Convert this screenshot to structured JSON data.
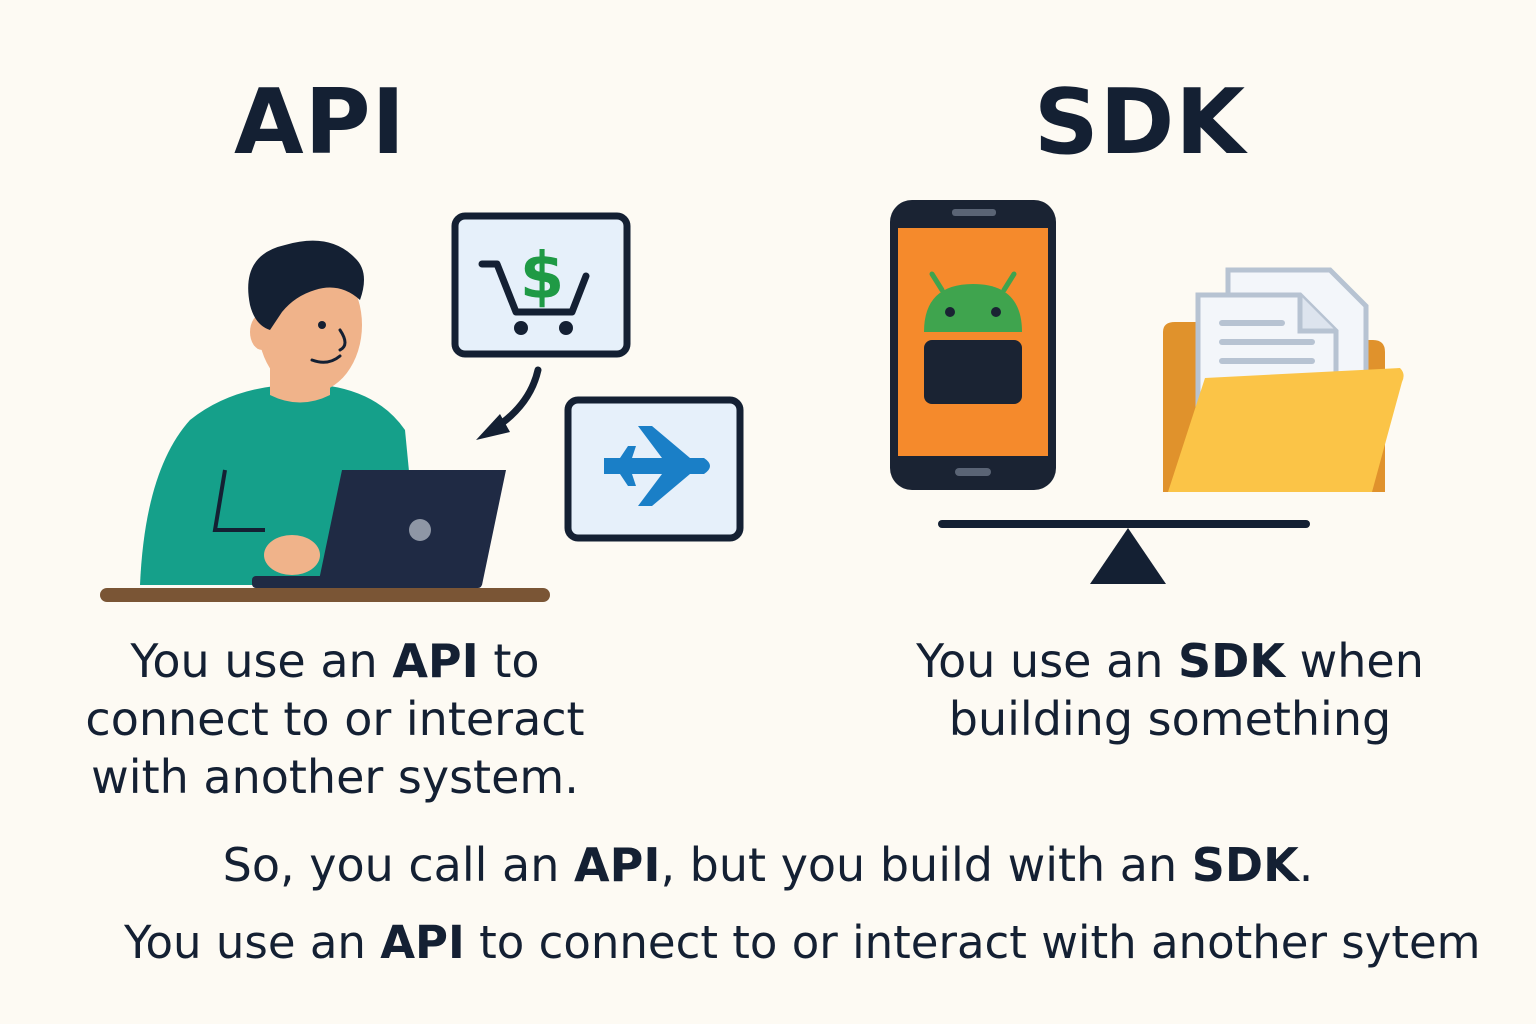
{
  "api": {
    "heading": "API",
    "caption": {
      "line1_pre": "You use an ",
      "line1_bold": "API",
      "line1_post": " to",
      "line2": "connect to or interact",
      "line3": "with another system."
    }
  },
  "sdk": {
    "heading": "SDK",
    "caption": {
      "line1_pre": "You use an ",
      "line1_bold": "SDK",
      "line1_post": " when",
      "line2": "building something"
    }
  },
  "summary": {
    "pre": "So, you call an ",
    "bold1": "API",
    "mid": ", but you build with an ",
    "bold2": "SDK",
    "post": "."
  },
  "footer": {
    "pre": "You use an ",
    "bold": "API",
    "post": " to connect to or interact with another sytem"
  },
  "icons": {
    "shopping": "shopping-cart-dollar-icon",
    "plane": "airplane-icon",
    "android": "android-robot-icon",
    "folder": "folder-documents-icon"
  },
  "colors": {
    "background": "#fdfaf3",
    "text": "#142033",
    "shirt": "#15a08a",
    "laptop": "#1f2a44",
    "desk": "#7a5535",
    "dollar": "#1f9a45",
    "plane": "#1a7fc7",
    "phone_screen": "#f58a2c",
    "android": "#3fa44e",
    "folder": "#fbc447"
  }
}
